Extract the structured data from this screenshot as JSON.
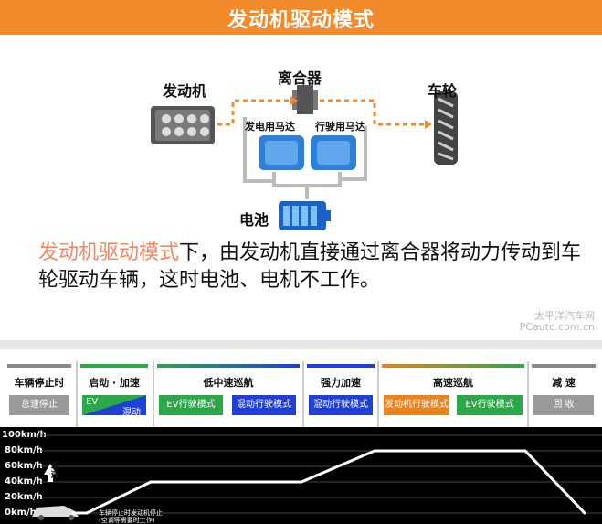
{
  "header": {
    "title": "发动机驱动模式"
  },
  "diagram": {
    "engine_label": "发动机",
    "clutch_label": "离合器",
    "wheel_label": "车轮",
    "generator_motor_label": "发电用马达",
    "drive_motor_label": "行驶用马达",
    "battery_label": "电池",
    "description_highlight": "发动机驱动模式",
    "description_rest": "下，由发动机直接通过离合器将动力传动到车轮驱动车辆，这时电池、电机不工作。",
    "watermark_line1": "太平洋汽车网",
    "watermark_line2": "PCauto.com.cn"
  },
  "phases": [
    {
      "label": "车辆停止时",
      "color": "#888888"
    },
    {
      "label": "启动 · 加速",
      "color": "#2aa84a"
    },
    {
      "label": "低中速巡航",
      "color": "#2aa84a"
    },
    {
      "label": "强力加速",
      "color": "#1f3fd6"
    },
    {
      "label": "高速巡航",
      "color": "#e8831e"
    },
    {
      "label": "减 速",
      "color": "#888888"
    }
  ],
  "modes": [
    {
      "label": "怠速停止",
      "color": "#9a9a9a"
    },
    {
      "label_a": "EV",
      "label_b": "混动"
    },
    {
      "label": "EV行驶模式",
      "color": "#2aa84a"
    },
    {
      "label": "混动行驶模式",
      "color": "#1f3fd6"
    },
    {
      "label": "混动行驶模式",
      "color": "#1f3fd6"
    },
    {
      "label": "发动机行驶模式",
      "color": "#e8831e"
    },
    {
      "label": "EV行驶模式",
      "color": "#2aa84a"
    },
    {
      "label": "回 收",
      "color": "#9a9a9a"
    }
  ],
  "chart_data": {
    "type": "line",
    "yticks": [
      "100km/h",
      "80km/h",
      "60km/h",
      "40km/h",
      "20km/h",
      "0km/h"
    ],
    "ylim": [
      0,
      100
    ],
    "series": [
      {
        "values": [
          0,
          0,
          40,
          40,
          80,
          80,
          0
        ]
      }
    ],
    "annotation_vertical": "车速",
    "annotation_bottom_1": "车辆停止时发动机停止",
    "annotation_bottom_2": "(空调等需要时工作)"
  }
}
